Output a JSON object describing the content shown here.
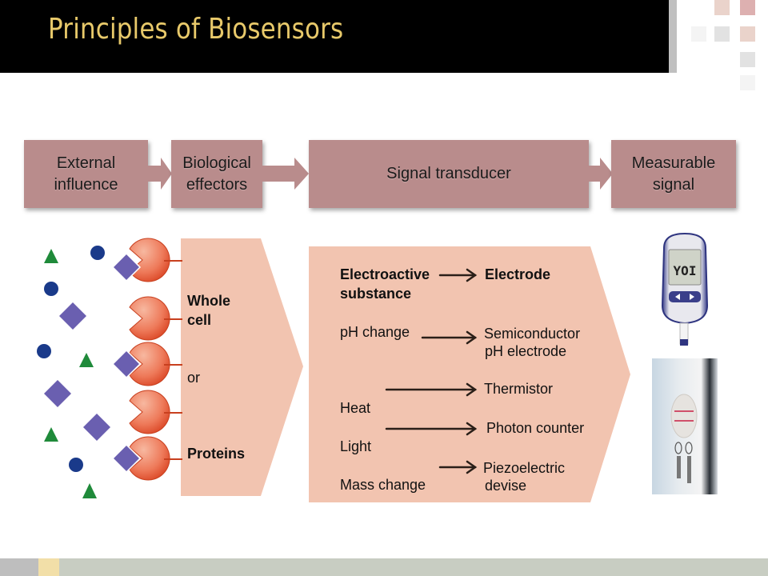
{
  "slide": {
    "title": "Principles of Biosensors"
  },
  "flow": {
    "steps": [
      {
        "line1": "External",
        "line2": "influence"
      },
      {
        "line1": "Biological",
        "line2": "effectors"
      },
      {
        "line1": "Signal transducer",
        "line2": ""
      },
      {
        "line1": "Measurable",
        "line2": "signal"
      }
    ]
  },
  "effectors": {
    "whole": "Whole",
    "cell": "cell",
    "or": "or",
    "proteins": "Proteins"
  },
  "transducer": {
    "rows": [
      {
        "input": "Electroactive",
        "input2": "substance",
        "output": "Electrode",
        "output2": ""
      },
      {
        "input": "pH change",
        "input2": "",
        "output": "Semiconductor",
        "output2": "pH electrode"
      },
      {
        "input": "Heat",
        "input2": "",
        "output": "Thermistor",
        "output2": ""
      },
      {
        "input": "Light",
        "input2": "",
        "output": "Photon counter",
        "output2": ""
      },
      {
        "input": "Mass change",
        "input2": "",
        "output": "Piezoelectric",
        "output2": "devise"
      }
    ]
  },
  "devices": {
    "glucose_meter": {
      "icon": "glucose-meter-icon",
      "display": "YOI"
    },
    "pregnancy_test": {
      "icon": "pregnancy-test-icon"
    }
  },
  "colors": {
    "title": "#e8c96a",
    "flow_box": "#b98c8c",
    "chevron": "#f2c4b0",
    "enzyme": "#e85a3a",
    "analyte_diamond": "#6a5fb0",
    "analyte_circle": "#1a3a8a",
    "analyte_triangle": "#1f8a3a"
  }
}
